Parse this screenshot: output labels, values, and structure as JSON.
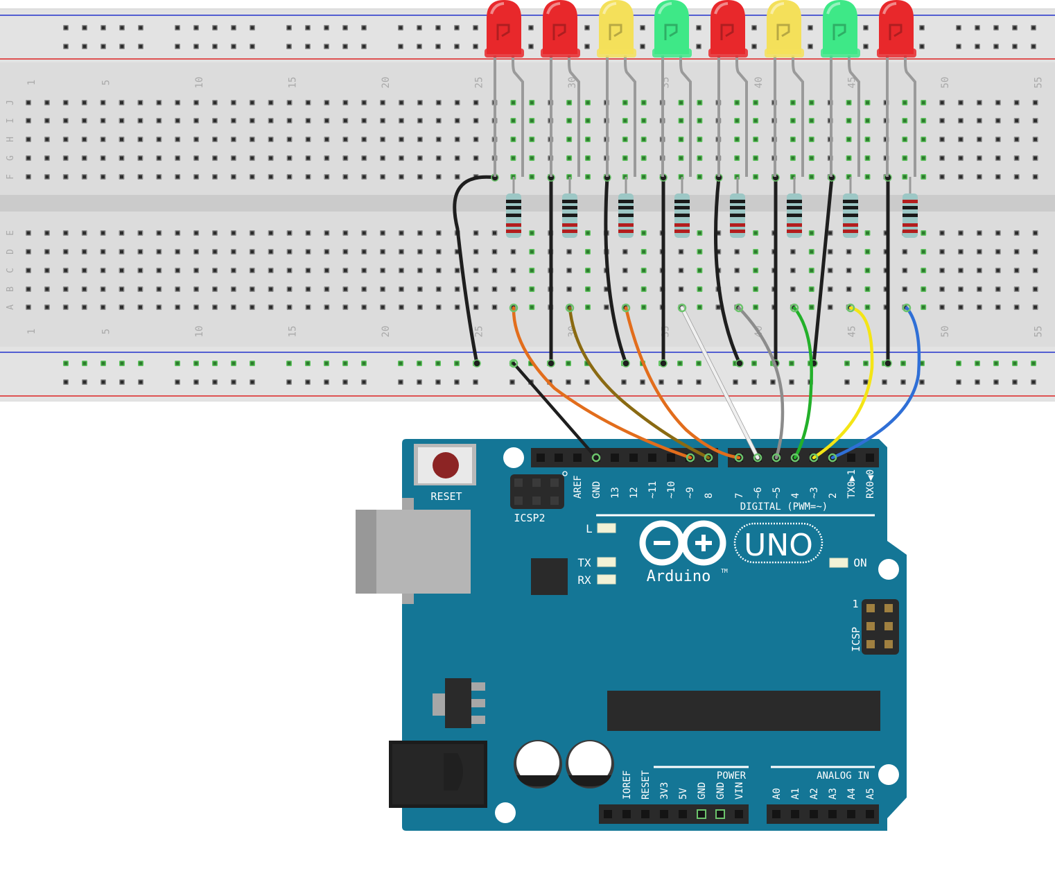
{
  "breadboard": {
    "top_numbers": [
      "1",
      "5",
      "10",
      "15",
      "20",
      "25",
      "30",
      "35",
      "40",
      "45",
      "50",
      "55"
    ],
    "bottom_numbers": [
      "1",
      "5",
      "10",
      "15",
      "20",
      "25",
      "30",
      "35",
      "40",
      "45",
      "50",
      "55"
    ],
    "rows_top": [
      "J",
      "I",
      "H",
      "G",
      "F"
    ],
    "rows_bottom": [
      "E",
      "D",
      "C",
      "B",
      "A"
    ]
  },
  "leds": [
    {
      "color": "#e8282b",
      "name": "red"
    },
    {
      "color": "#e8282b",
      "name": "red"
    },
    {
      "color": "#f4e05a",
      "name": "yellow"
    },
    {
      "color": "#3ee887",
      "name": "green"
    },
    {
      "color": "#e8282b",
      "name": "red"
    },
    {
      "color": "#f4e05a",
      "name": "yellow"
    },
    {
      "color": "#3ee887",
      "name": "green"
    },
    {
      "color": "#e8282b",
      "name": "red"
    }
  ],
  "wires": [
    {
      "color": "#e26d1c",
      "pin": "9"
    },
    {
      "color": "#8a6a12",
      "pin": "8"
    },
    {
      "color": "#e26d1c",
      "pin": "7"
    },
    {
      "color": "#f0f0f0",
      "pin": "~6"
    },
    {
      "color": "#8c8c8c",
      "pin": "~5"
    },
    {
      "color": "#23b02a",
      "pin": "4"
    },
    {
      "color": "#f4e515",
      "pin": "~3"
    },
    {
      "color": "#2f6fd6",
      "pin": "2"
    },
    {
      "color": "#1e1e1e",
      "pin": "GND"
    }
  ],
  "arduino": {
    "board_color": "#147696",
    "reset_label": "RESET",
    "icsp2_label": "ICSP2",
    "icsp_label": "ICSP",
    "icsp_pin1": "1",
    "digital_label": "DIGITAL (PWM=~)",
    "digital_pins": [
      "AREF",
      "GND",
      "13",
      "12",
      "~11",
      "~10",
      "~9",
      "8",
      "7",
      "~6",
      "~5",
      "4",
      "~3",
      "2",
      "TX0▶1",
      "RX0◀0"
    ],
    "led_l": "L",
    "led_tx": "TX",
    "led_rx": "RX",
    "led_on": "ON",
    "logo_text": "Arduino",
    "logo_tm": "TM",
    "uno_text": "UNO",
    "power_label": "POWER",
    "power_pins": [
      "IOREF",
      "RESET",
      "3V3",
      "5V",
      "GND",
      "GND",
      "VIN"
    ],
    "analog_label": "ANALOG IN",
    "analog_pins": [
      "A0",
      "A1",
      "A2",
      "A3",
      "A4",
      "A5"
    ]
  }
}
